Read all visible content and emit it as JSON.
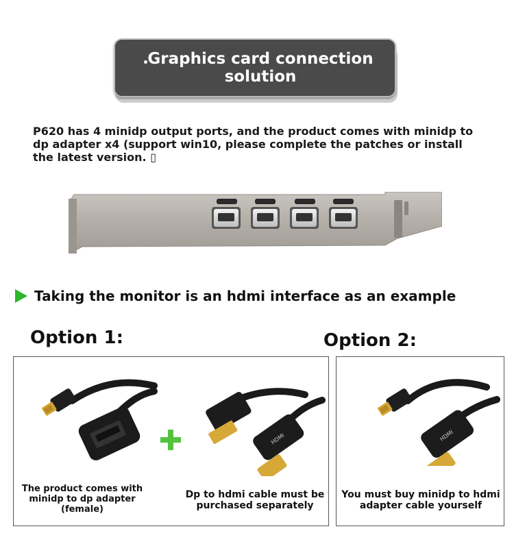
{
  "banner": {
    "title": "Graphics card connection solution"
  },
  "intro": {
    "text": "P620 has 4 minidp output ports, and the product comes with minidp to dp adapter x4 (support win10, please complete the patches or install the latest version. ▯"
  },
  "section": {
    "heading": "Taking the monitor is an hdmi interface as an example"
  },
  "option1": {
    "title": "Option 1:",
    "caption_left": "The product comes with minidp to dp adapter (female)",
    "caption_right": "Dp to hdmi cable must be purchased separately",
    "plus_symbol": "+"
  },
  "option2": {
    "title": "Option 2:",
    "caption": "You must buy minidp to hdmi adapter cable yourself"
  },
  "colors": {
    "banner_bg": "#4a4a4a",
    "accent_green": "#2eb52a",
    "bracket_metal": "#b3aea8"
  },
  "hdmi_label": "HDMI"
}
